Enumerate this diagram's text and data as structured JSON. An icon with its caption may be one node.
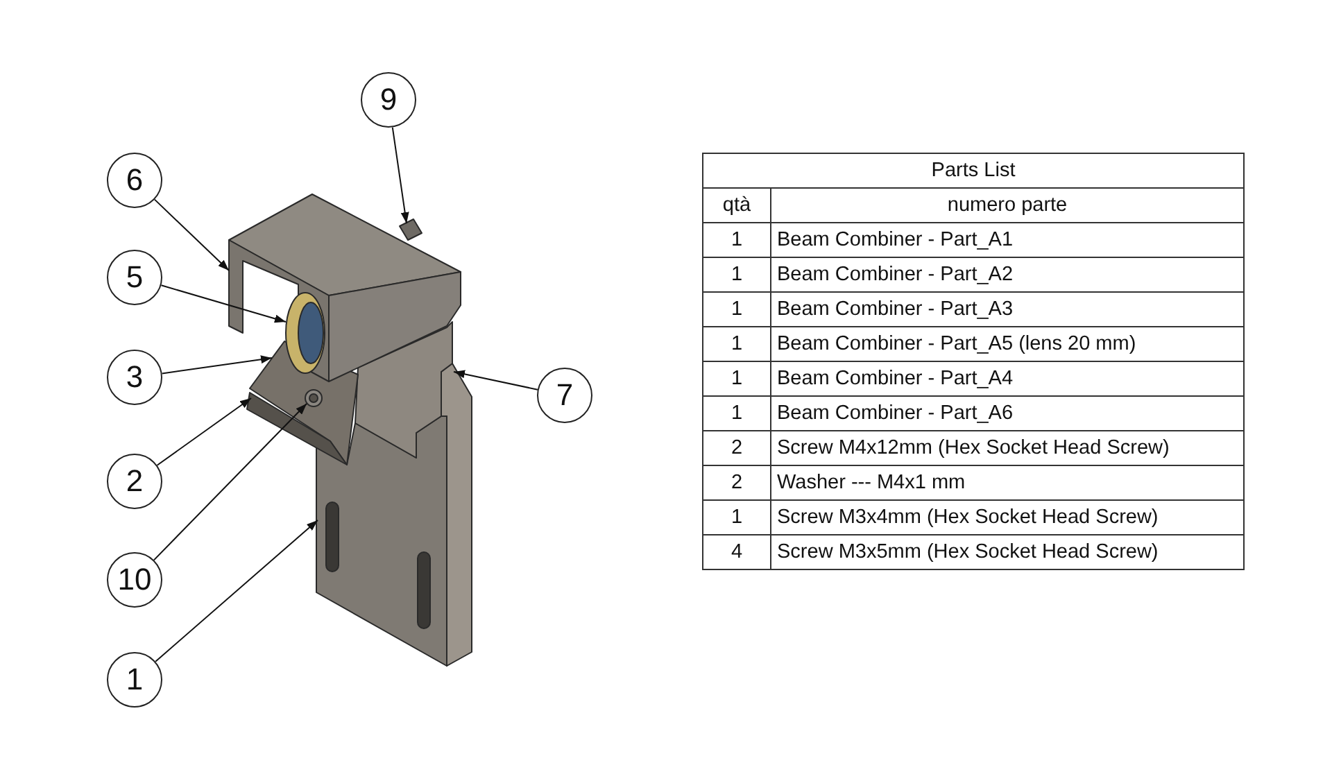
{
  "diagram": {
    "nodes": [
      {
        "text": [
          "9"
        ]
      },
      {
        "text": [
          "6"
        ]
      },
      {
        "text": [
          "5"
        ]
      },
      {
        "text": [
          "3"
        ]
      },
      {
        "text": [
          "7"
        ]
      },
      {
        "text": [
          "2"
        ]
      },
      {
        "text": [
          "10"
        ]
      },
      {
        "text": [
          "1"
        ]
      },
      {
        "text": [],
        "shape": "picture"
      },
      {
        "text": [],
        "shape": "picture"
      },
      {
        "text": [],
        "shape": "picture"
      },
      {
        "text": [],
        "shape": "picture"
      },
      {
        "text": [],
        "shape": "picture"
      },
      {
        "text": [],
        "shape": "picture"
      },
      {
        "text": [],
        "shape": "picture",
        "in": 11
      },
      {
        "text": [],
        "shape": "picture"
      }
    ],
    "edges": [
      {
        "from": 0,
        "to": 8,
        "arrow": "to"
      },
      {
        "from": 1,
        "to": 9,
        "arrow": "to"
      },
      {
        "from": 2,
        "to": 10,
        "arrow": "to"
      },
      {
        "from": 3,
        "to": 11,
        "arrow": "to"
      },
      {
        "from": 4,
        "to": 12,
        "arrow": "to"
      },
      {
        "from": 5,
        "to": 13,
        "arrow": "to"
      },
      {
        "from": 6,
        "to": 14,
        "arrow": "to"
      },
      {
        "from": 7,
        "to": 15,
        "arrow": "to"
      }
    ],
    "labels": [
      "Parts List",
      "qtà",
      "numero parte",
      "1",
      "Beam Combiner - Part_A1",
      "1",
      "Beam Combiner - Part_A2",
      "1",
      "Beam Combiner - Part_A3",
      "1",
      "Beam Combiner - Part_A5 (lens 20 mm)",
      "1",
      "Beam Combiner - Part_A4",
      "1",
      "Beam Combiner - Part_A6",
      "2",
      "Screw M4x12mm (Hex Socket Head Screw)",
      "2",
      "Washer --- M4x1 mm",
      "1",
      "Screw M3x4mm (Hex Socket Head Screw)",
      "4",
      "Screw M3x5mm (Hex Socket Head Screw)"
    ]
  }
}
